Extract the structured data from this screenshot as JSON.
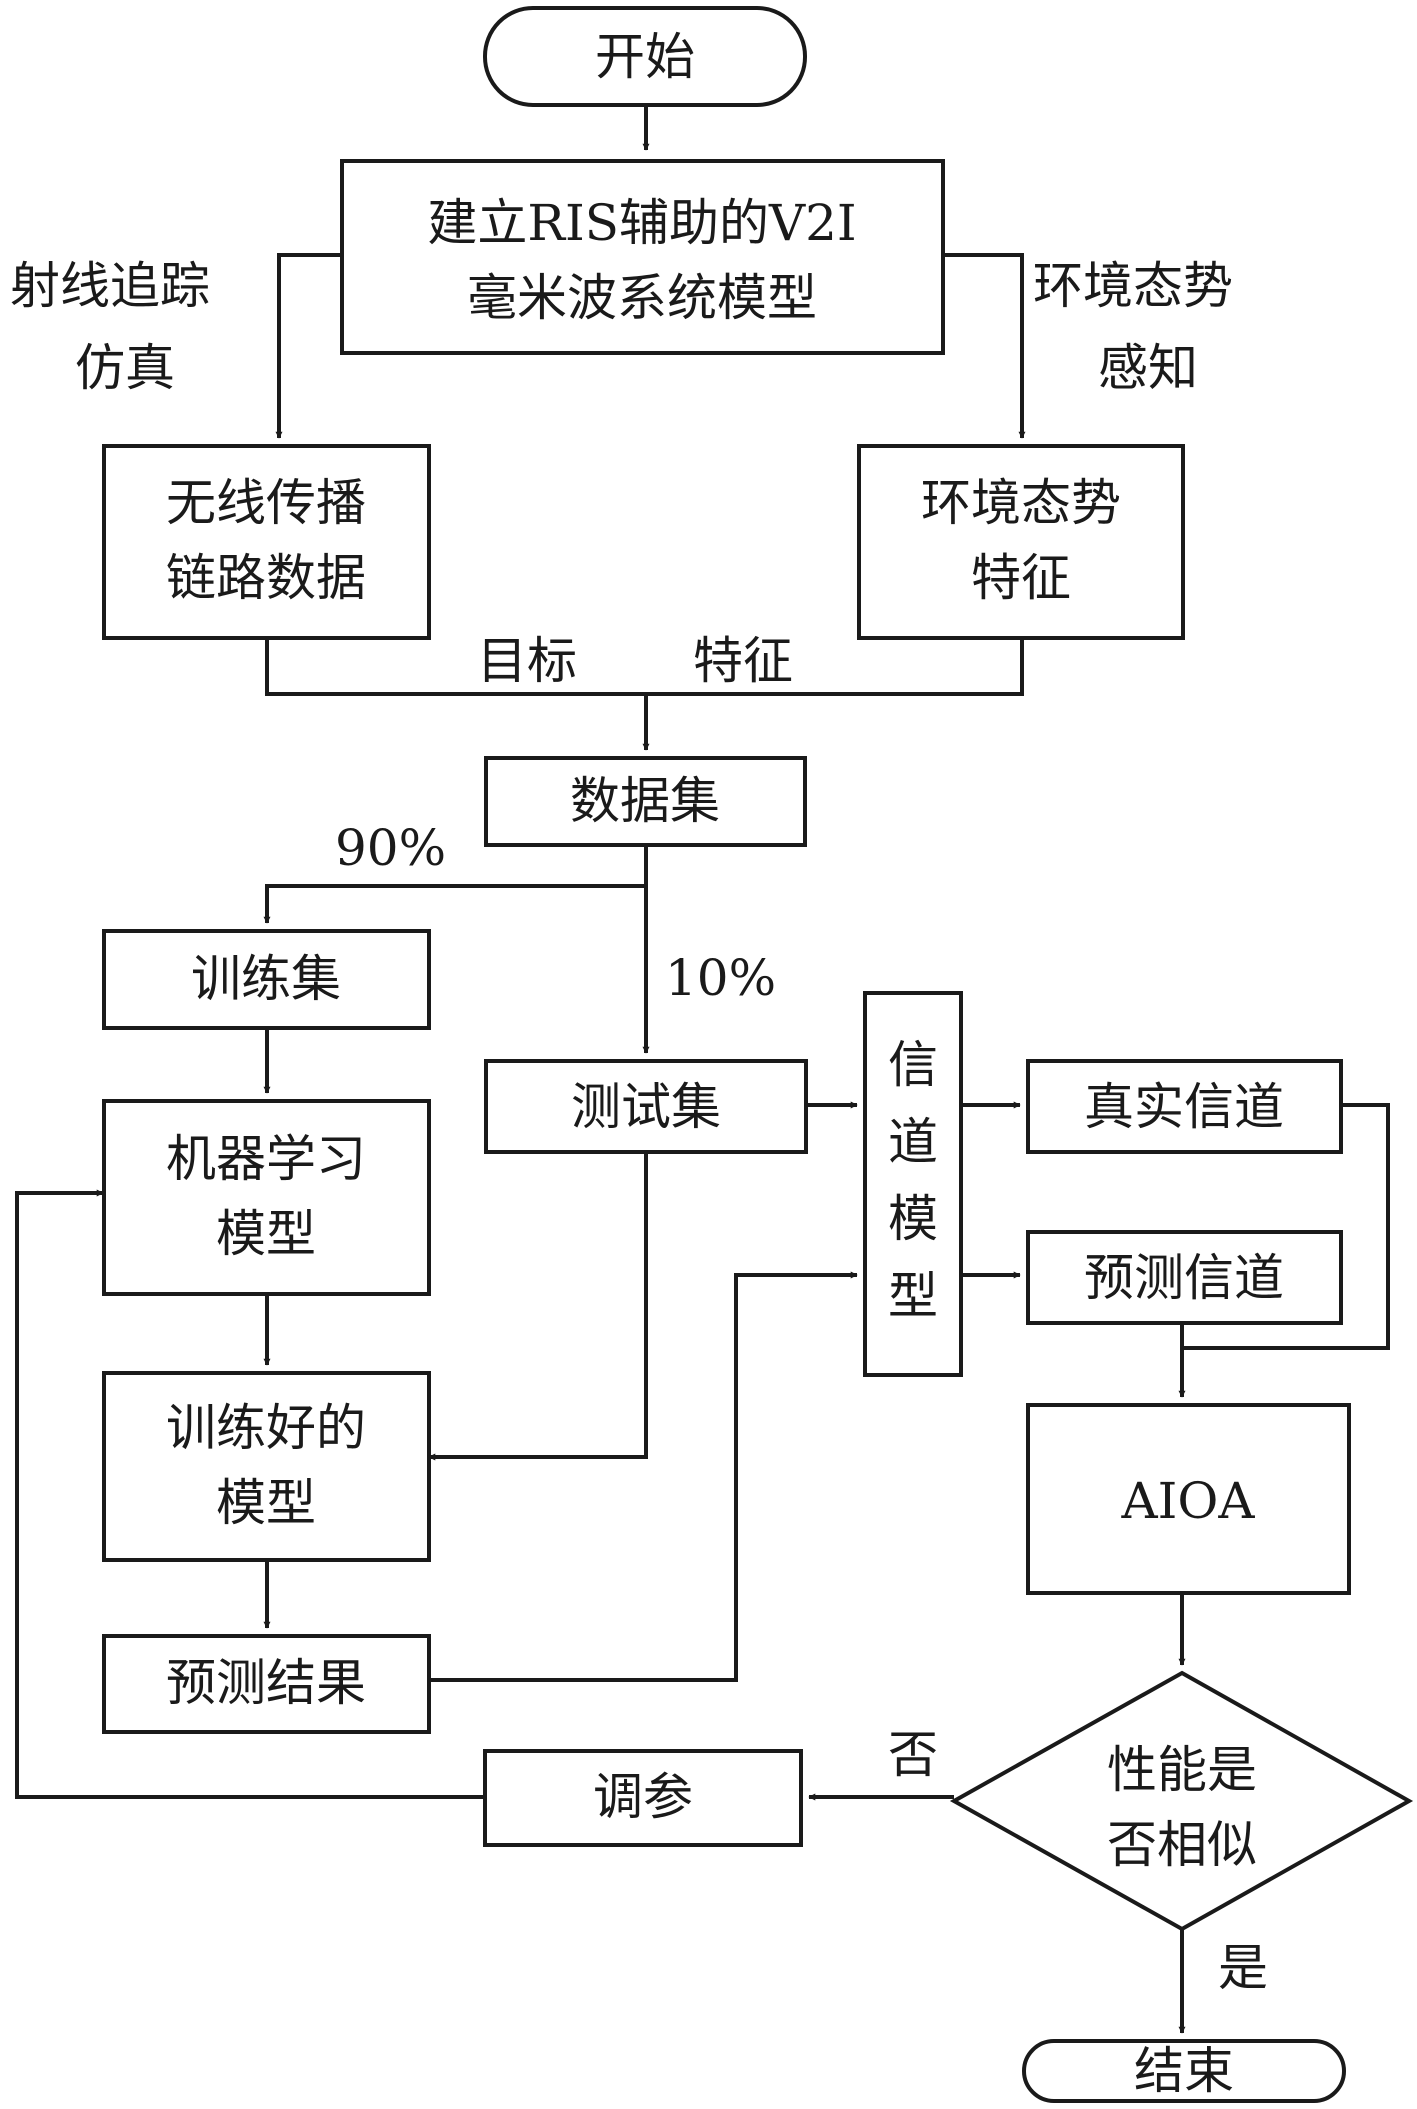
{
  "nodes": {
    "start": "开始",
    "build_model": [
      "建立RIS辅助的V2I",
      "毫米波系统模型"
    ],
    "wireless_data": [
      "无线传播",
      "链路数据"
    ],
    "env_features": [
      "环境态势",
      "特征"
    ],
    "dataset": "数据集",
    "train_set": "训练集",
    "test_set": "测试集",
    "ml_model": [
      "机器学习",
      "模型"
    ],
    "trained_model": [
      "训练好的",
      "模型"
    ],
    "prediction": "预测结果",
    "channel_model": [
      "信",
      "道",
      "模",
      "型"
    ],
    "real_channel": "真实信道",
    "pred_channel": "预测信道",
    "aioa": "AIOA",
    "decision": [
      "性能是",
      "否相似"
    ],
    "tune": "调参",
    "end": "结束"
  },
  "edge_labels": {
    "ray_tracing": [
      "射线追踪",
      "仿真"
    ],
    "env_awareness": [
      "环境态势",
      "感知"
    ],
    "target": "目标",
    "feature": "特征",
    "split_90": "90%",
    "split_10": "10%",
    "no": "否",
    "yes": "是"
  }
}
